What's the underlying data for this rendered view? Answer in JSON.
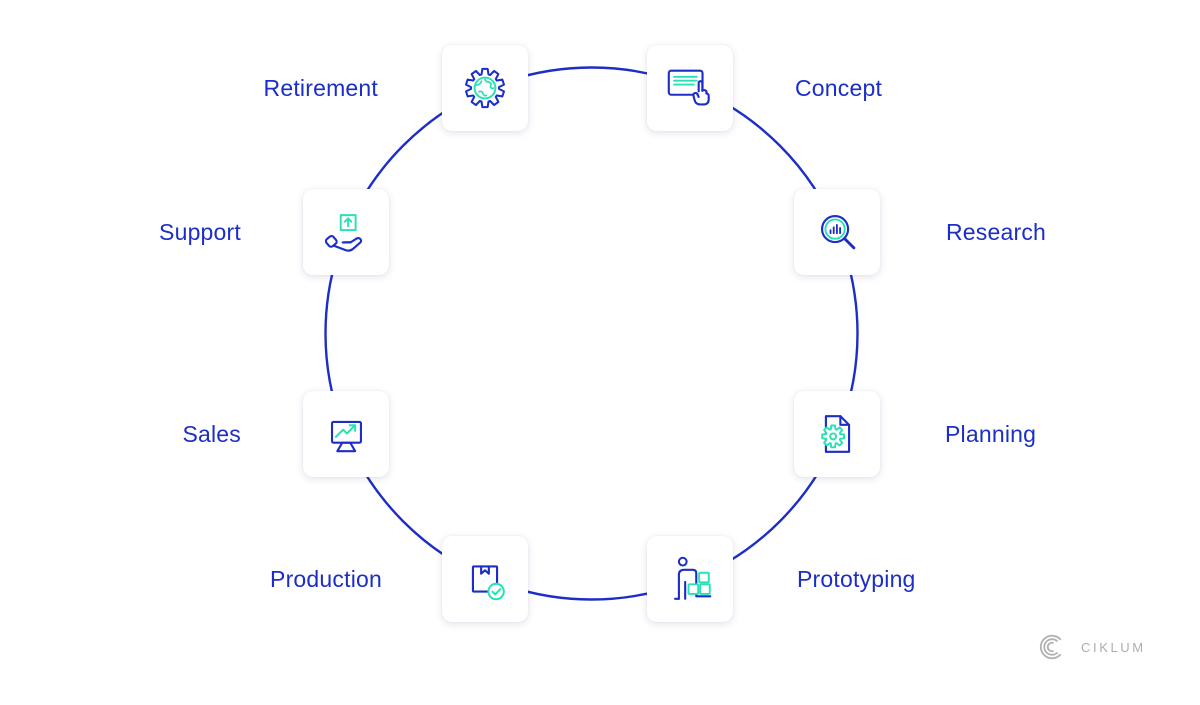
{
  "page": {
    "background": "#FFFFFF"
  },
  "colors": {
    "primary_blue": "#1C2EC7",
    "accent_teal": "#28E1B4",
    "logo_gray": "#ADADAD"
  },
  "diagram": {
    "description": "Product lifecycle circle with eight stages",
    "items": [
      {
        "id": "retirement",
        "label": "Retirement",
        "icon": "gear-globe-icon"
      },
      {
        "id": "concept",
        "label": "Concept",
        "icon": "presentation-tap-icon"
      },
      {
        "id": "research",
        "label": "Research",
        "icon": "magnifier-chart-icon"
      },
      {
        "id": "planning",
        "label": "Planning",
        "icon": "document-gear-icon"
      },
      {
        "id": "prototyping",
        "label": "Prototyping",
        "icon": "builder-blocks-icon"
      },
      {
        "id": "production",
        "label": "Production",
        "icon": "package-check-icon"
      },
      {
        "id": "sales",
        "label": "Sales",
        "icon": "monitor-growth-icon"
      },
      {
        "id": "support",
        "label": "Support",
        "icon": "hand-delivery-icon"
      }
    ]
  },
  "footer": {
    "brand": "CIKLUM",
    "logo_icon": "ciklum-c-logo"
  }
}
